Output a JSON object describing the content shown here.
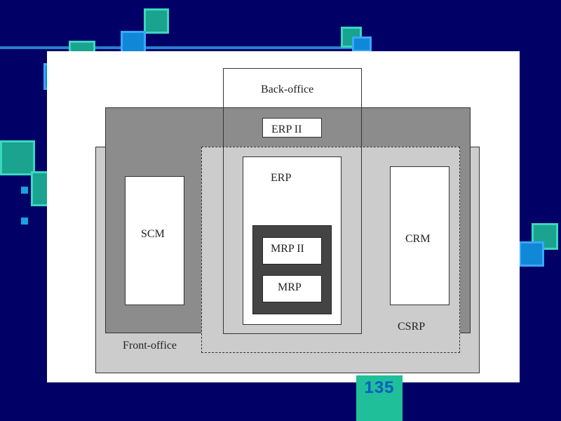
{
  "slide": {
    "page_number": "135",
    "colors": {
      "background": "#000066",
      "accent_teal": "#1aa38f",
      "accent_blue": "#1187d8",
      "page_badge": "#1fbf9a"
    }
  },
  "diagram": {
    "back_office": "Back-office",
    "erp2": "ERP II",
    "erp": "ERP",
    "scm": "SCM",
    "crm": "CRM",
    "mrp2": "MRP II",
    "mrp": "MRP",
    "csrp": "CSRP",
    "front_office": "Front-office"
  }
}
